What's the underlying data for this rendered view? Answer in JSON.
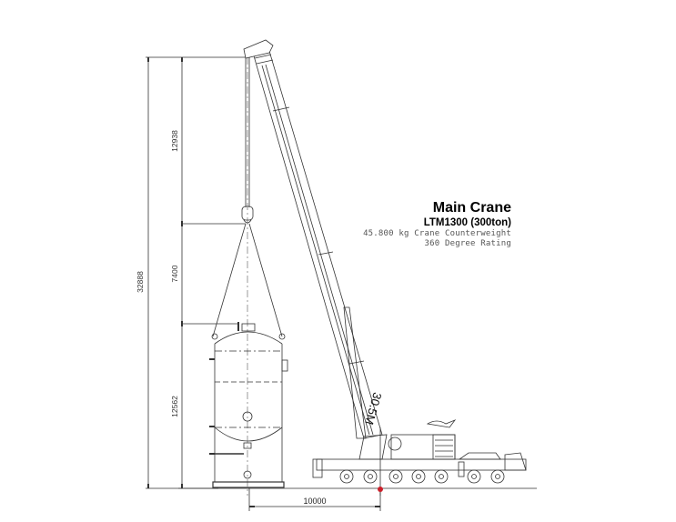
{
  "title_block": {
    "title": "Main Crane",
    "model": "LTM1300 (300ton)",
    "counterweight": "45.800 kg Crane Counterweight",
    "rating": "360 Degree Rating"
  },
  "dimensions": {
    "total_height": "32888",
    "hook_height_upper": "12938",
    "sling_height": "7400",
    "vessel_height": "12562",
    "radius": "10000"
  },
  "boom": {
    "length_label": "30.5M"
  },
  "colors": {
    "line": "#333333",
    "center_marker": "#cc1f2a",
    "background": "#ffffff"
  }
}
